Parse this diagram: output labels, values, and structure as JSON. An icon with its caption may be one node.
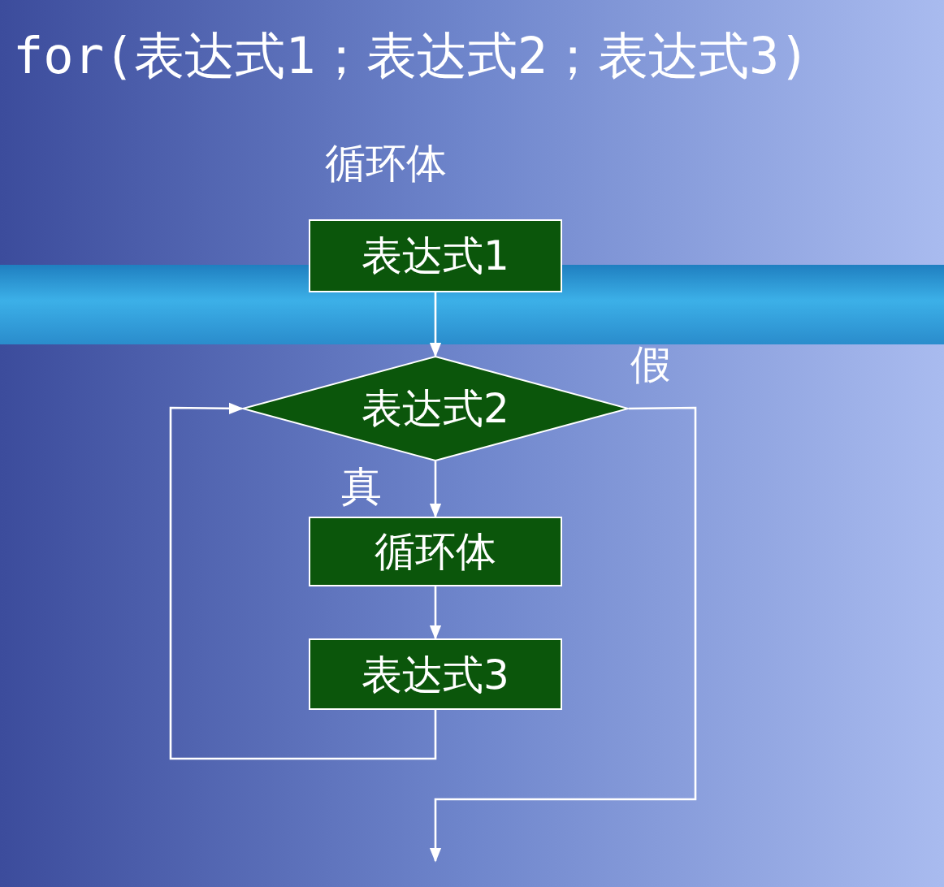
{
  "diagram": {
    "title": "for(表达式1；表达式2；表达式3)",
    "nodes": [
      {
        "text": [
          "表达式1"
        ]
      },
      {
        "text": [
          "表达式2"
        ]
      },
      {
        "text": [
          "循环体"
        ]
      },
      {
        "text": [
          "表达式3"
        ]
      }
    ],
    "edges": [
      {
        "from": 0,
        "to": 1,
        "arrow": "to"
      },
      {
        "from": 1,
        "to": 2,
        "arrow": "to",
        "label": "真"
      },
      {
        "from": 2,
        "to": 3,
        "arrow": "to"
      },
      {
        "from": 3,
        "to": 1,
        "arrow": "to"
      },
      {
        "from": 1,
        "to": null,
        "arrow": "to",
        "label": "假"
      }
    ],
    "labels": [
      "循环体"
    ]
  }
}
